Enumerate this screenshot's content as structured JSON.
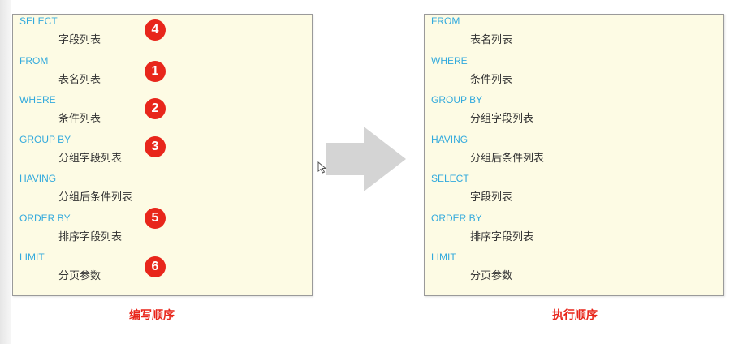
{
  "written": {
    "caption": "编写顺序",
    "rows": [
      {
        "keyword": "SELECT",
        "item": "字段列表",
        "badge": "4"
      },
      {
        "keyword": "FROM",
        "item": "表名列表",
        "badge": "1"
      },
      {
        "keyword": "WHERE",
        "item": "条件列表",
        "badge": "2"
      },
      {
        "keyword": "GROUP  BY",
        "item": "分组字段列表",
        "badge": "3"
      },
      {
        "keyword": "HAVING",
        "item": "分组后条件列表",
        "badge": ""
      },
      {
        "keyword": "ORDER BY",
        "item": "排序字段列表",
        "badge": "5"
      },
      {
        "keyword": "LIMIT",
        "item": "分页参数",
        "badge": "6"
      }
    ]
  },
  "executed": {
    "caption": "执行顺序",
    "rows": [
      {
        "keyword": "FROM",
        "item": "表名列表"
      },
      {
        "keyword": "WHERE",
        "item": "条件列表"
      },
      {
        "keyword": "GROUP  BY",
        "item": "分组字段列表"
      },
      {
        "keyword": "HAVING",
        "item": "分组后条件列表"
      },
      {
        "keyword": " SELECT",
        "item": "字段列表"
      },
      {
        "keyword": "ORDER BY",
        "item": "排序字段列表"
      },
      {
        "keyword": "LIMIT",
        "item": "分页参数"
      }
    ]
  },
  "colors": {
    "keyword": "#33aadd",
    "item": "#333333",
    "badge": "#e8261b",
    "caption": "#e8261b",
    "panel_bg": "#fdfbe4",
    "arrow": "#d4d4d4"
  },
  "icons": {
    "arrow": "right-arrow-icon",
    "cursor": "mouse-pointer-icon"
  }
}
